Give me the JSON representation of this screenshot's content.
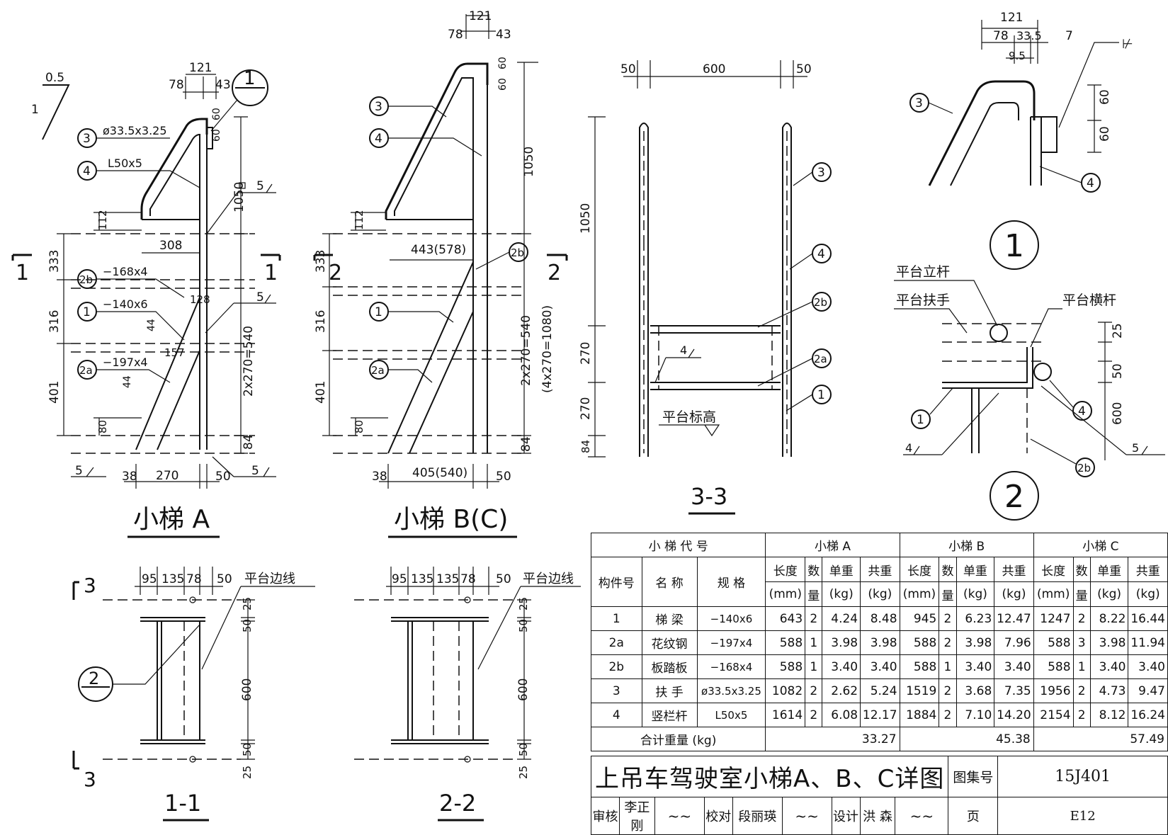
{
  "drawings": {
    "ladder_a": {
      "title": "小梯 A",
      "dims": {
        "top_121": "121",
        "top_78": "78",
        "top_43": "43",
        "top_60a": "60",
        "top_60b": "60",
        "d1050": "1050",
        "d112": "112",
        "d308": "308",
        "d333": "333",
        "d316": "316",
        "d401": "401",
        "d80": "80",
        "d84": "84",
        "d2x270": "2x270=540",
        "d38": "38",
        "d270": "270",
        "d50": "50",
        "d128": "128",
        "d157": "157",
        "d44a": "44",
        "d44b": "44",
        "weld5a": "5",
        "weld5b": "5",
        "weld5c": "5",
        "weld5d": "5",
        "slope_h": "0.5",
        "slope_v": "1"
      },
      "labels": {
        "pipe": "ø33.5x3.25",
        "angle": "L50x5",
        "plate2b": "−168x4",
        "plate1": "−140x6",
        "plate2a": "−197x4"
      },
      "callouts": {
        "c3": "3",
        "c4": "4",
        "c2b": "2b",
        "c1": "1",
        "c2a": "2a"
      },
      "detail_ref_top": "1",
      "section_left": "1",
      "section_right": "1"
    },
    "ladder_bc": {
      "title": "小梯 B(C)",
      "dims": {
        "top_121": "121",
        "top_78": "78",
        "top_43": "43",
        "top_60a": "60",
        "top_60b": "60",
        "d1050": "1050",
        "d112": "112",
        "d443": "443(578)",
        "d333": "333",
        "d316": "316",
        "d401": "401",
        "d80": "80",
        "d84": "84",
        "d2x270": "2x270=540",
        "d4x270": "(4x270=1080)",
        "d38": "38",
        "d405": "405(540)",
        "d50": "50"
      },
      "callouts": {
        "c3": "3",
        "c4": "4",
        "c2b": "2b",
        "c1": "1",
        "c2a": "2a"
      },
      "section_left": "2",
      "section_right": "2"
    },
    "section_33": {
      "title": "3-3",
      "dims": {
        "d50a": "50",
        "d600": "600",
        "d50b": "50",
        "d1050": "1050",
        "d270a": "270",
        "d270b": "270",
        "d84": "84",
        "weld4": "4"
      },
      "platform_level": "平台标高",
      "callouts": {
        "c3": "3",
        "c4": "4",
        "c2b": "2b",
        "c2a": "2a",
        "c1": "1"
      }
    },
    "detail_1": {
      "title": "1",
      "dims": {
        "d121": "121",
        "d78": "78",
        "d33_5": "33.5",
        "d7": "7",
        "d9_5": "9.5",
        "d60a": "60",
        "d60b": "60"
      },
      "callouts": {
        "c3": "3",
        "c4": "4"
      }
    },
    "detail_2": {
      "title": "2",
      "labels": {
        "post": "平台立杆",
        "handrail": "平台扶手",
        "rail": "平台横杆"
      },
      "dims": {
        "d25": "25",
        "d50": "50",
        "d600": "600",
        "weld4": "4",
        "weld5": "5"
      },
      "callouts": {
        "c1": "1",
        "c4": "4",
        "c2b": "2b"
      }
    },
    "section_11": {
      "title": "1-1",
      "dims": {
        "d95": "95",
        "d135": "135",
        "d78": "78",
        "d50": "50",
        "v25a": "25",
        "v50a": "50",
        "v600": "600",
        "v50b": "50",
        "v25b": "25"
      },
      "edge_label": "平台边线",
      "section_top": "3",
      "section_bottom": "3",
      "detail_ref": "2"
    },
    "section_22": {
      "title": "2-2",
      "dims": {
        "d95": "95",
        "d135a": "135",
        "d135b": "135",
        "d78": "78",
        "d50": "50",
        "v25a": "25",
        "v50a": "50",
        "v600": "600",
        "v50b": "50",
        "v25b": "25"
      },
      "edge_label": "平台边线"
    }
  },
  "table": {
    "code_header": "小 梯 代 号",
    "groups": [
      "小梯 A",
      "小梯 B",
      "小梯 C"
    ],
    "col_no": "构件号",
    "col_name": "名  称",
    "col_spec": "规  格",
    "sub": {
      "len": "长度",
      "len_u": "(mm)",
      "qty": "数",
      "qty_u": "量",
      "unit": "单重",
      "unit_u": "(kg)",
      "total": "共重",
      "total_u": "(kg)"
    },
    "rows": [
      {
        "no": "1",
        "name": "梯  梁",
        "spec": "−140x6",
        "vals": [
          "643",
          "2",
          "4.24",
          "8.48",
          "945",
          "2",
          "6.23",
          "12.47",
          "1247",
          "2",
          "8.22",
          "16.44"
        ]
      },
      {
        "no": "2a",
        "name": "花纹钢",
        "spec": "−197x4",
        "vals": [
          "588",
          "1",
          "3.98",
          "3.98",
          "588",
          "2",
          "3.98",
          "7.96",
          "588",
          "3",
          "3.98",
          "11.94"
        ]
      },
      {
        "no": "2b",
        "name": "板踏板",
        "spec": "−168x4",
        "vals": [
          "588",
          "1",
          "3.40",
          "3.40",
          "588",
          "1",
          "3.40",
          "3.40",
          "588",
          "1",
          "3.40",
          "3.40"
        ]
      },
      {
        "no": "3",
        "name": "扶  手",
        "spec": "ø33.5x3.25",
        "vals": [
          "1082",
          "2",
          "2.62",
          "5.24",
          "1519",
          "2",
          "3.68",
          "7.35",
          "1956",
          "2",
          "4.73",
          "9.47"
        ]
      },
      {
        "no": "4",
        "name": "竖栏杆",
        "spec": "L50x5",
        "vals": [
          "1614",
          "2",
          "6.08",
          "12.17",
          "1884",
          "2",
          "7.10",
          "14.20",
          "2154",
          "2",
          "8.12",
          "16.24"
        ]
      }
    ],
    "total_label": "合计重量  (kg)",
    "totals": [
      "33.27",
      "45.38",
      "57.49"
    ]
  },
  "title_block": {
    "title": "上吊车驾驶室小梯A、B、C详图",
    "atlas_label": "图集号",
    "atlas_no": "15J401",
    "page_label": "页",
    "page_no": "E12",
    "review_label": "审核",
    "reviewer": "李正刚",
    "check_label": "校对",
    "checker": "段丽瑛",
    "design_label": "设计",
    "designer": "洪  森"
  }
}
